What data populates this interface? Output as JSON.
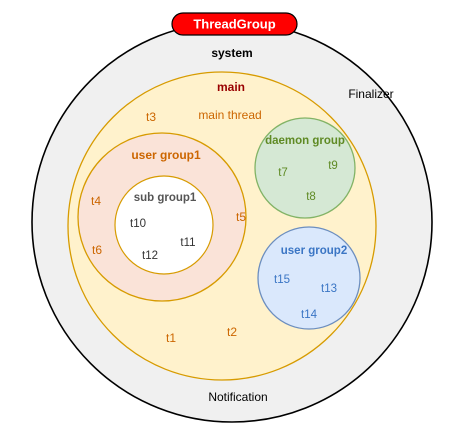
{
  "diagram": {
    "title": "ThreadGroup",
    "system": {
      "label": "system",
      "threads": [
        "Finalizer",
        "Notification"
      ]
    },
    "main": {
      "label": "main",
      "threads": [
        "main thread",
        "t3",
        "t1",
        "t2"
      ]
    },
    "user_group1": {
      "label": "user group1",
      "threads": [
        "t4",
        "t5",
        "t6"
      ]
    },
    "sub_group1": {
      "label": "sub group1",
      "threads": [
        "t10",
        "t11",
        "t12"
      ]
    },
    "daemon_group": {
      "label": "daemon group",
      "threads": [
        "t7",
        "t9",
        "t8"
      ]
    },
    "user_group2": {
      "label": "user group2",
      "threads": [
        "t15",
        "t13",
        "t14"
      ]
    }
  },
  "colors": {
    "title_fill": "#ff0000",
    "system_fill": "#f0f0f0",
    "main_fill": "#fff2cc",
    "main_stroke": "#d79b00",
    "main_text": "#990000",
    "main_threads_text": "#cc6600",
    "user_group1_fill": "#fae3d8",
    "user_group1_stroke": "#d79b00",
    "user_group1_text": "#cc6600",
    "sub_group_text": "#555555",
    "daemon_fill": "#d5e8d4",
    "daemon_stroke": "#82b366",
    "daemon_text": "#5f8a24",
    "user_group2_fill": "#dae8fc",
    "user_group2_stroke": "#6c8ebf",
    "user_group2_text": "#3a75c4"
  }
}
